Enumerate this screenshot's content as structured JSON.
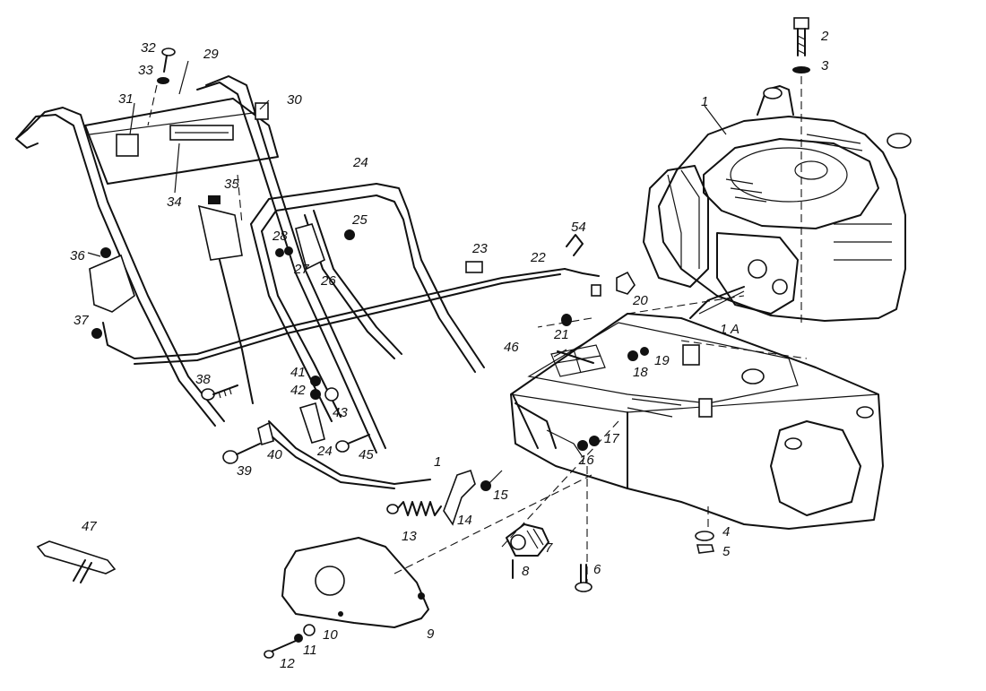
{
  "labels": {
    "l1": "1",
    "l1a": "1 A",
    "l1b": "1",
    "l2": "2",
    "l3": "3",
    "l4": "4",
    "l5": "5",
    "l6": "6",
    "l7": "7",
    "l8": "8",
    "l9": "9",
    "l10": "10",
    "l11": "11",
    "l12": "12",
    "l13": "13",
    "l14": "14",
    "l15": "15",
    "l16": "16",
    "l17": "17",
    "l18": "18",
    "l19": "19",
    "l20": "20",
    "l21": "21",
    "l22": "22",
    "l23": "23",
    "l24": "24",
    "l24b": "24",
    "l25": "25",
    "l26": "26",
    "l27": "27",
    "l28": "28",
    "l29": "29",
    "l30": "30",
    "l31": "31",
    "l32": "32",
    "l33": "33",
    "l34": "34",
    "l35": "35",
    "l36": "36",
    "l37": "37",
    "l38": "38",
    "l39": "39",
    "l40": "40",
    "l41": "41",
    "l42": "42",
    "l43": "43",
    "l45": "45",
    "l46": "46",
    "l47": "47",
    "l54": "54"
  }
}
